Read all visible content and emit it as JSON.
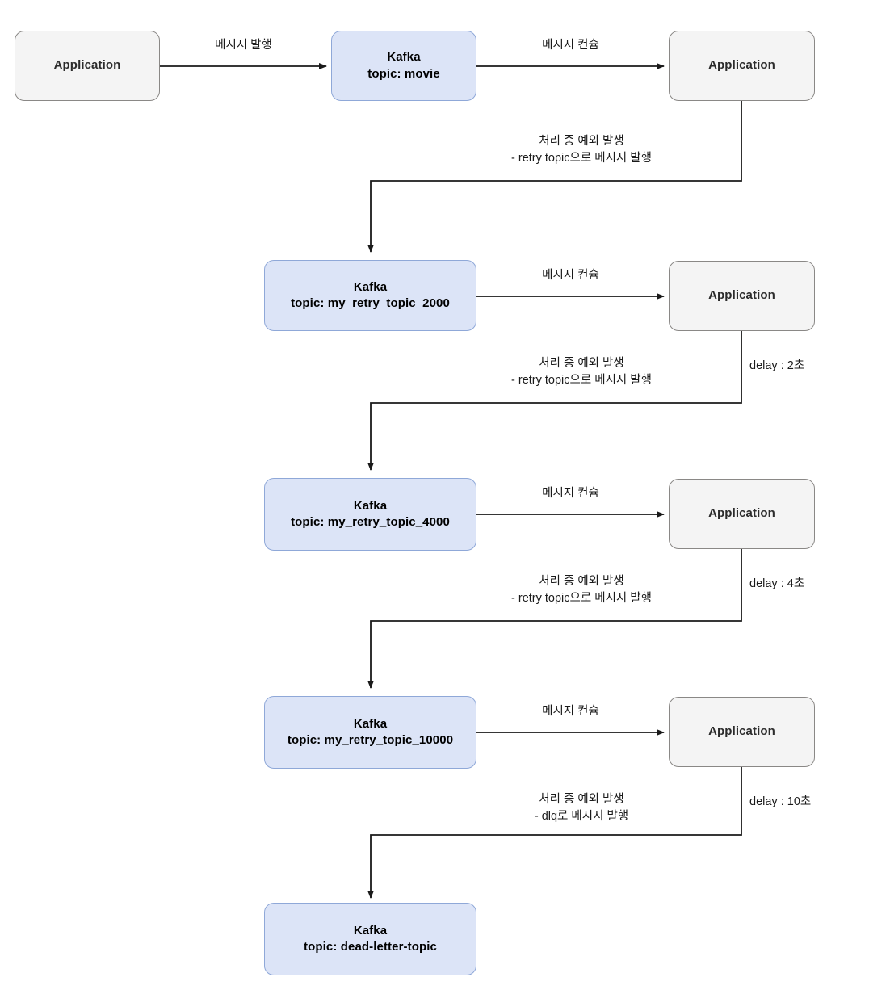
{
  "diagram": {
    "title": "Kafka retry topic / dead-letter-topic flow",
    "colors": {
      "kafka_fill": "#dce4f7",
      "kafka_stroke": "#8fa8d8",
      "app_fill": "#f4f4f4",
      "app_stroke": "#8a8886",
      "edge_stroke": "#1a1a1a"
    },
    "nodes": [
      {
        "id": "app-producer",
        "kind": "application",
        "line1": "Application",
        "line2": ""
      },
      {
        "id": "kafka-movie",
        "kind": "kafka",
        "line1": "Kafka",
        "line2": "topic: movie"
      },
      {
        "id": "app-consumer-1",
        "kind": "application",
        "line1": "Application",
        "line2": ""
      },
      {
        "id": "kafka-retry-2000",
        "kind": "kafka",
        "line1": "Kafka",
        "line2": "topic: my_retry_topic_2000"
      },
      {
        "id": "app-consumer-2",
        "kind": "application",
        "line1": "Application",
        "line2": ""
      },
      {
        "id": "kafka-retry-4000",
        "kind": "kafka",
        "line1": "Kafka",
        "line2": "topic: my_retry_topic_4000"
      },
      {
        "id": "app-consumer-3",
        "kind": "application",
        "line1": "Application",
        "line2": ""
      },
      {
        "id": "kafka-retry-10000",
        "kind": "kafka",
        "line1": "Kafka",
        "line2": "topic: my_retry_topic_10000"
      },
      {
        "id": "app-consumer-4",
        "kind": "application",
        "line1": "Application",
        "line2": ""
      },
      {
        "id": "kafka-dlq",
        "kind": "kafka",
        "line1": "Kafka",
        "line2": "topic: dead-letter-topic"
      }
    ],
    "labels": {
      "publish": "메시지 발행",
      "consume_1": "메시지 컨슘",
      "consume_2": "메시지 컨슘",
      "consume_3": "메시지 컨슘",
      "consume_4": "메시지 컨슘",
      "exception_1_line1": "처리 중 예외 발생",
      "exception_1_line2": "- retry topic으로 메시지 발행",
      "exception_2_line1": "처리 중 예외 발생",
      "exception_2_line2": "- retry topic으로 메시지 발행",
      "exception_3_line1": "처리 중 예외 발생",
      "exception_3_line2": "- retry topic으로 메시지 발행",
      "exception_4_line1": "처리 중 예외 발생",
      "exception_4_line2": "- dlq로 메시지 발행",
      "delay_2": "delay : 2초",
      "delay_4": "delay : 4초",
      "delay_10": "delay : 10초"
    }
  }
}
